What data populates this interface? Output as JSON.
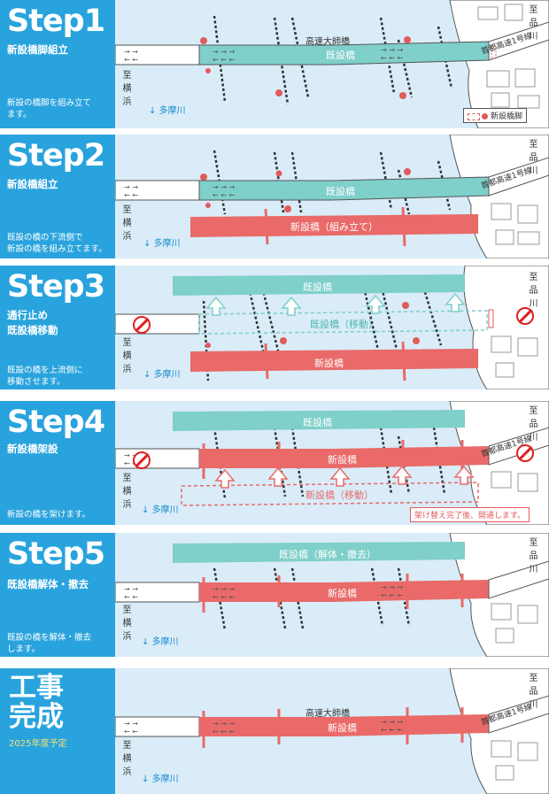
{
  "steps": [
    {
      "title": "Step1",
      "subtitle": "新設橋脚組立",
      "description": "新設の橋脚を組み立て\nます。",
      "labels": {
        "bridge_name": "高速大師橋",
        "existing_bridge": "既設橋",
        "expressway": "首都高速1号線",
        "to_yokohama": "至\n横\n浜",
        "to_shinagawa": "至\n品\n川",
        "river": "多摩川",
        "legend": "新設橋脚"
      }
    },
    {
      "title": "Step2",
      "subtitle": "新設橋組立",
      "description": "既設の橋の下流側で\n新設の橋を組み立てます。",
      "labels": {
        "existing_bridge": "既設橋",
        "new_bridge": "新設橋（組み立て）",
        "expressway": "首都高速1号線",
        "to_yokohama": "至\n横\n浜",
        "to_shinagawa": "至\n品\n川",
        "river": "多摩川"
      }
    },
    {
      "title": "Step3",
      "subtitle": "通行止め\n既設橋移動",
      "description": "既設の橋を上流側に\n移動させます。",
      "labels": {
        "existing_bridge": "既設橋",
        "moving_bridge": "既設橋（移動）",
        "new_bridge": "新設橋",
        "to_yokohama": "至\n横\n浜",
        "to_shinagawa": "至\n品\n川",
        "river": "多摩川"
      }
    },
    {
      "title": "Step4",
      "subtitle": "新設橋架設",
      "description": "新設の橋を架けます。",
      "labels": {
        "existing_bridge": "既設橋",
        "new_bridge": "新設橋",
        "moving_bridge": "新設橋（移動）",
        "expressway": "首都高速1号線",
        "to_yokohama": "至\n横\n浜",
        "to_shinagawa": "至\n品\n川",
        "river": "多摩川",
        "notice": "架け替え完了後、開通します。"
      }
    },
    {
      "title": "Step5",
      "subtitle": "既設橋解体・撤去",
      "description": "既設の橋を解体・撤去\nします。",
      "labels": {
        "existing_bridge": "既設橋（解体・撤去）",
        "new_bridge": "新設橋",
        "to_yokohama": "至\n横\n浜",
        "to_shinagawa": "至\n品\n川",
        "river": "多摩川"
      }
    }
  ],
  "completion": {
    "title": "工事\n完成",
    "schedule": "2025年度予定",
    "labels": {
      "bridge_name": "高速大師橋",
      "new_bridge": "新設橋",
      "expressway": "首都高速1号線",
      "to_yokohama": "至\n横\n浜",
      "to_shinagawa": "至\n品\n川",
      "river": "多摩川"
    }
  },
  "colors": {
    "sidebar": "#29a3dd",
    "water": "#d9ecf8",
    "existing_bridge": "#7fcfca",
    "new_bridge": "#e96a68",
    "pier": "#e15b5b",
    "schedule_text": "#f3e27a"
  },
  "icons": [
    "no-entry-icon",
    "arrow-up-icon"
  ]
}
